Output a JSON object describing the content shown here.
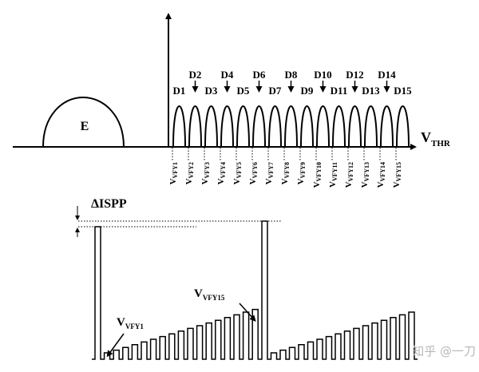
{
  "top": {
    "erase_label": "E",
    "axis_label": {
      "main": "V",
      "sub": "THR"
    },
    "states": [
      "D1",
      "D2",
      "D3",
      "D4",
      "D5",
      "D6",
      "D7",
      "D8",
      "D9",
      "D10",
      "D11",
      "D12",
      "D13",
      "D14",
      "D15"
    ],
    "verify_levels": [
      "VFY1",
      "VFY2",
      "VFY3",
      "VFY4",
      "VFY5",
      "VFY6",
      "VFY7",
      "VFY8",
      "VFY9",
      "VFY10",
      "VFY11",
      "VFY12",
      "VFY13",
      "VFY14",
      "VFY15"
    ],
    "verify_prefix": "V"
  },
  "bottom": {
    "step_label": "ΔISPP",
    "callout_first": {
      "main": "V",
      "sub": "VFY1"
    },
    "callout_last": {
      "main": "V",
      "sub": "VFY15"
    }
  },
  "watermark": "知乎 @一刀"
}
